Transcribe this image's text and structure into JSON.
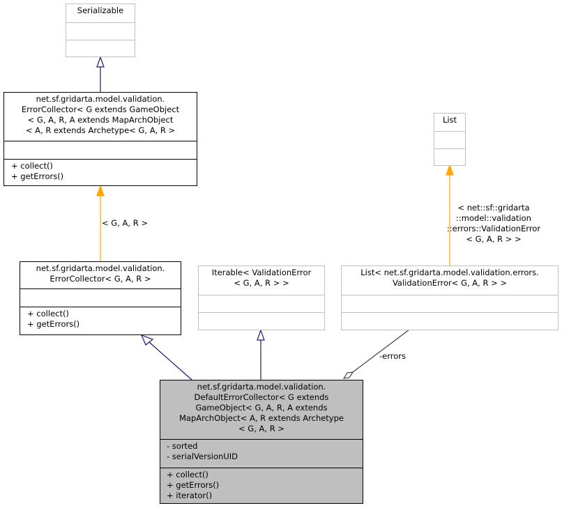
{
  "nodes": {
    "serializable": {
      "title": "Serializable"
    },
    "error_collector_generic": {
      "title": "net.sf.gridarta.model.validation.\nErrorCollector< G extends GameObject\n< G, A, R, A extends MapArchObject\n< A, R extends Archetype< G, A, R >",
      "methods": [
        "+ collect()",
        "+ getErrors()"
      ]
    },
    "list": {
      "title": "List"
    },
    "error_collector_bound": {
      "title": "net.sf.gridarta.model.validation.\nErrorCollector< G, A, R >",
      "methods": [
        "+ collect()",
        "+ getErrors()"
      ]
    },
    "iterable": {
      "title": "Iterable< ValidationError\n< G, A, R > >"
    },
    "list_bound": {
      "title": "List< net.sf.gridarta.model.validation.errors.\nValidationError< G, A, R > >"
    },
    "default_error_collector": {
      "title": "net.sf.gridarta.model.validation.\nDefaultErrorCollector< G extends\n GameObject< G, A, R, A extends\n MapArchObject< A, R extends Archetype\n< G, A, R >",
      "attributes": [
        "- sorted",
        "- serialVersionUID"
      ],
      "methods": [
        "+ collect()",
        "+ getErrors()",
        "+ iterator()"
      ]
    }
  },
  "edge_labels": {
    "error_collector_binding": "< G, A, R >",
    "list_binding": "< net::sf::gridarta\n::model::validation\n::errors::ValidationError\n< G, A, R > >",
    "errors_association": "-errors"
  },
  "colors": {
    "inheritance": "#191970",
    "template_binding": "#ffa500",
    "association": "#404040",
    "focus_fill": "#bfbfbf"
  }
}
